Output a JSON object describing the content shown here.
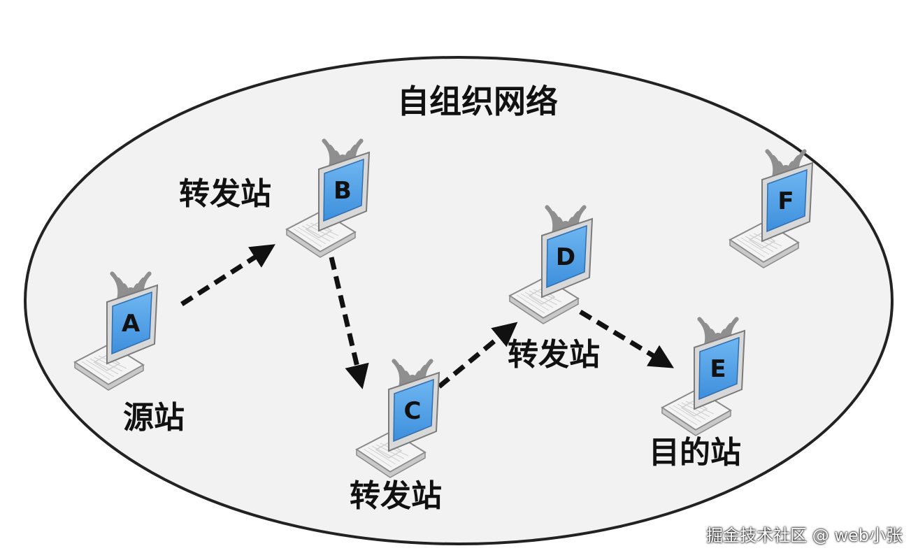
{
  "title": "自组织网络",
  "nodes": [
    {
      "id": "A",
      "role": "源站"
    },
    {
      "id": "B",
      "role": "转发站"
    },
    {
      "id": "C",
      "role": "转发站"
    },
    {
      "id": "D",
      "role": "转发站"
    },
    {
      "id": "E",
      "role": "目的站"
    },
    {
      "id": "F",
      "role": ""
    }
  ],
  "edges": [
    [
      "A",
      "B"
    ],
    [
      "B",
      "C"
    ],
    [
      "C",
      "D"
    ],
    [
      "D",
      "E"
    ]
  ],
  "colors": {
    "screen": "#4f9ee6",
    "screen_dark": "#2f6fb0",
    "signal": "#8f8f8f",
    "arrow": "#111111"
  },
  "watermark": "掘金技术社区 @ web小张"
}
